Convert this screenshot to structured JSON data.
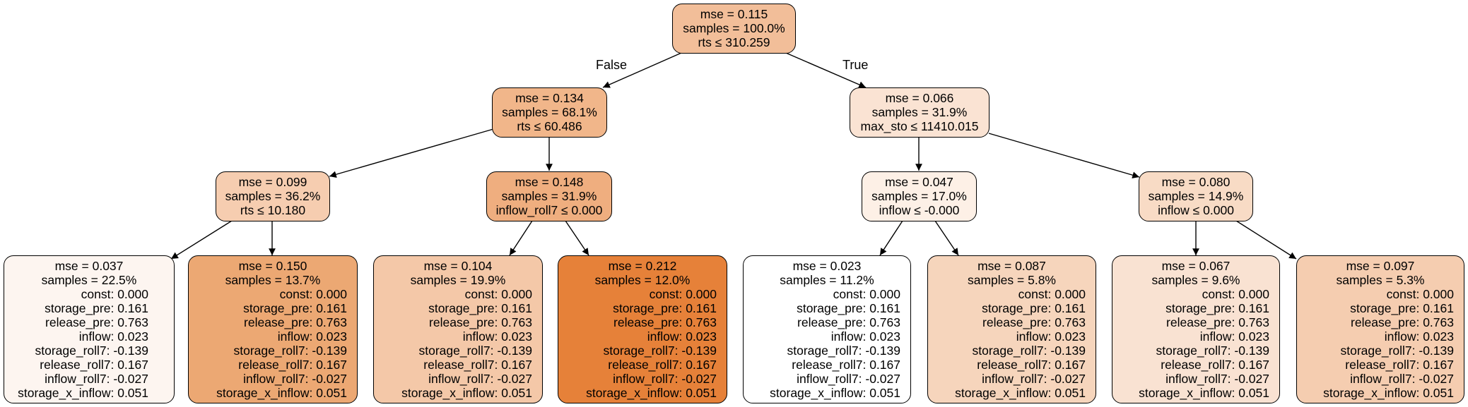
{
  "branch_labels": {
    "false": "False",
    "true": "True"
  },
  "nodes": {
    "root": {
      "lines": [
        "mse = 0.115",
        "samples = 100.0%",
        "rts ≤ 310.259"
      ],
      "color": "#f2be99"
    },
    "n1": {
      "lines": [
        "mse = 0.134",
        "samples = 68.1%",
        "rts ≤ 60.486"
      ],
      "color": "#f1b68a"
    },
    "n2": {
      "lines": [
        "mse = 0.066",
        "samples = 31.9%",
        "max_sto ≤ 11410.015"
      ],
      "color": "#fae3d3"
    },
    "n3": {
      "lines": [
        "mse = 0.099",
        "samples = 36.2%",
        "rts ≤ 10.180"
      ],
      "color": "#f6cdb0"
    },
    "n4": {
      "lines": [
        "mse = 0.148",
        "samples = 31.9%",
        "inflow_roll7 ≤ 0.000"
      ],
      "color": "#efae7f"
    },
    "n5": {
      "lines": [
        "mse = 0.047",
        "samples = 17.0%",
        "inflow ≤ -0.000"
      ],
      "color": "#fdf0e6"
    },
    "n6": {
      "lines": [
        "mse = 0.080",
        "samples = 14.9%",
        "inflow ≤ 0.000"
      ],
      "color": "#f8dbc5"
    }
  },
  "leaves": [
    {
      "mse": "mse = 0.037",
      "samples": "samples = 22.5%",
      "color": "#fdf5f0"
    },
    {
      "mse": "mse = 0.150",
      "samples": "samples = 13.7%",
      "color": "#eca873"
    },
    {
      "mse": "mse = 0.104",
      "samples": "samples = 19.9%",
      "color": "#f4c8a8"
    },
    {
      "mse": "mse = 0.212",
      "samples": "samples = 12.0%",
      "color": "#e68139"
    },
    {
      "mse": "mse = 0.023",
      "samples": "samples = 11.2%",
      "color": "#ffffff"
    },
    {
      "mse": "mse = 0.087",
      "samples": "samples = 5.8%",
      "color": "#f6d5bc"
    },
    {
      "mse": "mse = 0.067",
      "samples": "samples = 9.6%",
      "color": "#f9e2d2"
    },
    {
      "mse": "mse = 0.097",
      "samples": "samples = 5.3%",
      "color": "#f5cdb0"
    }
  ],
  "coefficients": [
    "const: 0.000",
    "storage_pre: 0.161",
    "release_pre: 0.763",
    "inflow: 0.023",
    "storage_roll7: -0.139",
    "release_roll7: 0.167",
    "inflow_roll7: -0.027",
    "storage_x_inflow: 0.051"
  ]
}
